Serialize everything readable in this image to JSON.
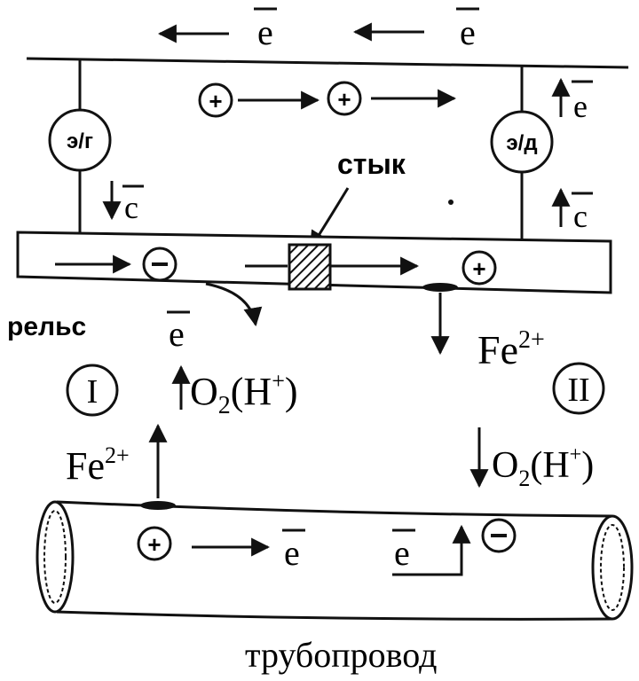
{
  "labels": {
    "electron": "e",
    "current": "c",
    "generator": "э/г",
    "motor": "э/д",
    "joint": "стык",
    "rail": "рельс",
    "pipeline": "трубопровод",
    "zone1": "I",
    "zone2": "II",
    "plus": "+",
    "minus": "−",
    "fe": "Fe",
    "fe_charge": "2+",
    "o2_left": "O",
    "o2_sub": "2",
    "o2_right": "(H",
    "o2_sup": "+",
    "o2_close": ")"
  },
  "colors": {
    "ink": "#111111",
    "background": "#ffffff"
  },
  "icons": {
    "arrow": "arrow-icon",
    "hatched_joint": "hatched-joint-icon",
    "positive_charge": "plus-circle-icon",
    "negative_charge": "minus-circle-icon"
  }
}
